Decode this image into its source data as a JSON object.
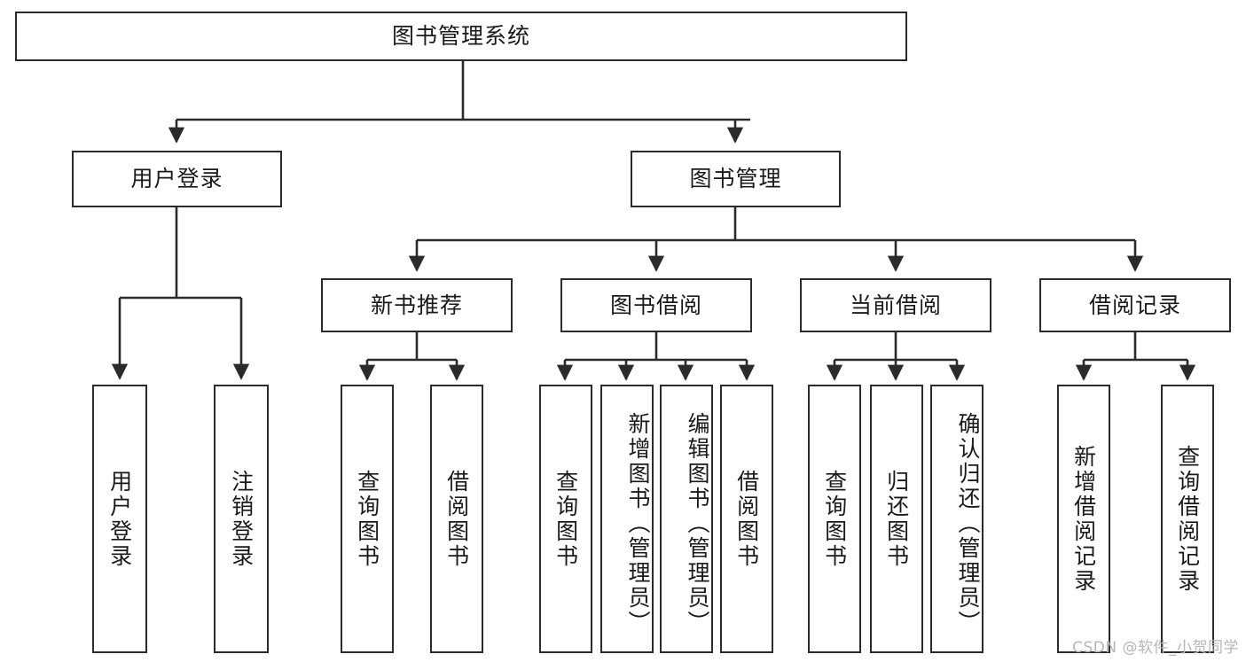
{
  "diagram": {
    "title": "图书管理系统",
    "type": "tree",
    "watermark": "CSDN @软件_小贺同学",
    "colors": {
      "stroke": "#2b2b2b",
      "fill": "#ffffff",
      "text": "#1a1a1a",
      "watermark": "#b6b6b6"
    },
    "root": {
      "label": "图书管理系统"
    },
    "level1": [
      {
        "label": "用户登录"
      },
      {
        "label": "图书管理"
      }
    ],
    "level2": [
      {
        "label": "新书推荐"
      },
      {
        "label": "图书借阅"
      },
      {
        "label": "当前借阅"
      },
      {
        "label": "借阅记录"
      }
    ],
    "leaves": {
      "user_login": [
        {
          "label": "用户登录"
        },
        {
          "label": "注销登录"
        }
      ],
      "new_book_recommend": [
        {
          "label": "查询图书"
        },
        {
          "label": "借阅图书"
        }
      ],
      "book_borrow": [
        {
          "label": "查询图书"
        },
        {
          "label": "新增图书（管理员）"
        },
        {
          "label": "编辑图书（管理员）"
        },
        {
          "label": "借阅图书"
        }
      ],
      "current_borrow": [
        {
          "label": "查询图书"
        },
        {
          "label": "归还图书"
        },
        {
          "label": "确认归还（管理员）"
        }
      ],
      "borrow_records": [
        {
          "label": "新增借阅记录"
        },
        {
          "label": "查询借阅记录"
        }
      ]
    }
  }
}
